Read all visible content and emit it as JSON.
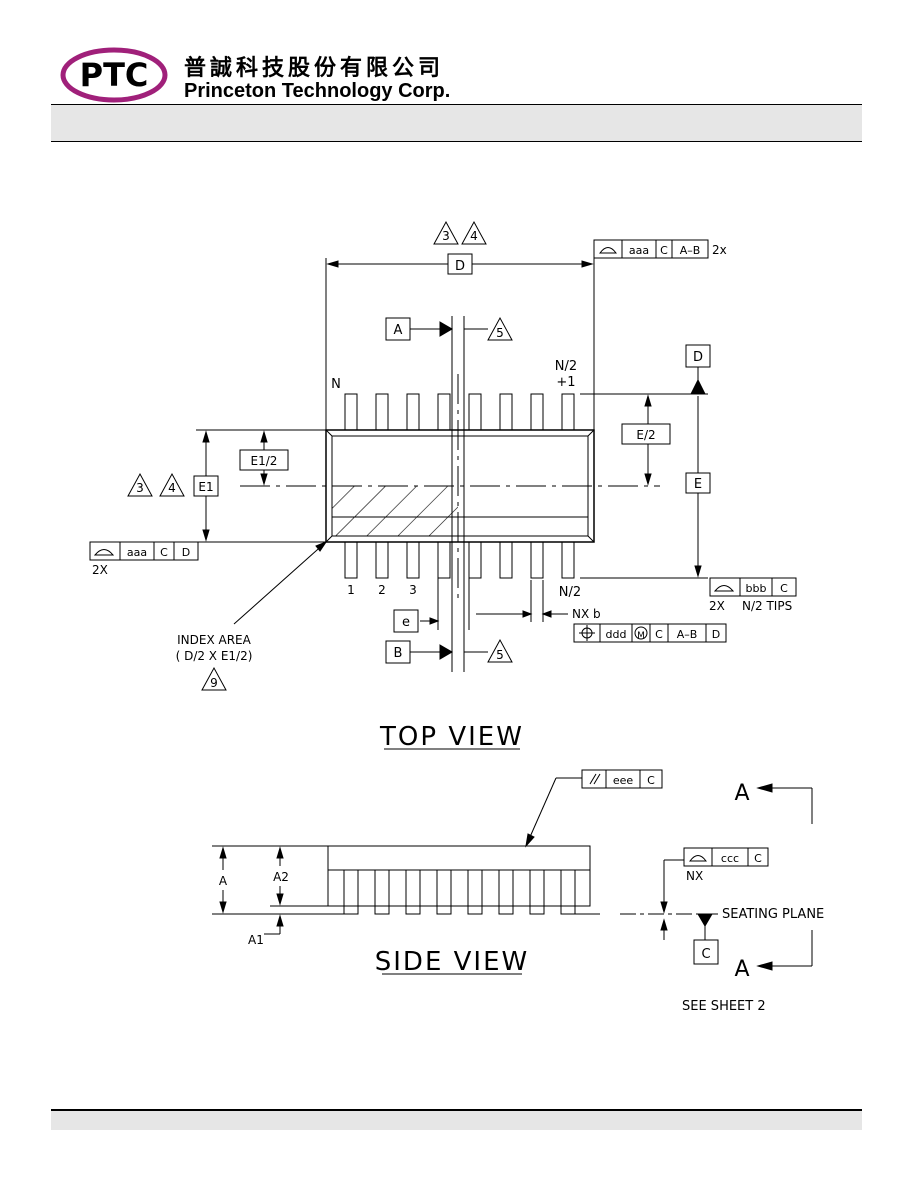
{
  "header": {
    "logo_text": "PTC",
    "company_name_cn": "普誠科技股份有限公司",
    "company_name_en": "Princeton Technology Corp."
  },
  "top_view": {
    "title": "TOP VIEW",
    "labels": {
      "D": "D",
      "A": "A",
      "B": "B",
      "D_datum": "D",
      "E": "E",
      "E_half": "E/2",
      "E1": "E1",
      "E1_half": "E1/2",
      "e": "e",
      "N": "N",
      "N_half_plus": "N/2",
      "plus_one": "+1",
      "N_half_bottom": "N/2",
      "pin1": "1",
      "pin2": "2",
      "pin3": "3",
      "nx_b": "NX b",
      "index_area_1": "INDEX AREA",
      "index_area_2": "( D/2 X E1/2)",
      "note3": "3",
      "note4": "4",
      "note5": "5",
      "note9": "9",
      "two_x_left": "2X",
      "two_x_right": "2X",
      "tips": "N/2 TIPS",
      "two_x_top": "2x"
    },
    "frames": {
      "top": [
        "aaa",
        "C",
        "A–B"
      ],
      "left": [
        "aaa",
        "C",
        "D"
      ],
      "right": [
        "bbb",
        "C"
      ],
      "position": [
        "ddd",
        "M",
        "C",
        "A–B",
        "D"
      ]
    }
  },
  "side_view": {
    "title": "SIDE VIEW",
    "labels": {
      "A": "A",
      "A1": "A1",
      "A2": "A2",
      "NX": "NX",
      "seating_plane": "SEATING PLANE",
      "C": "C",
      "section_A_top": "A",
      "section_A_bottom": "A",
      "see_sheet": "SEE SHEET 2"
    },
    "frames": {
      "parallelism": [
        "eee",
        "C"
      ],
      "coplanarity": [
        "ccc",
        "C"
      ]
    }
  }
}
